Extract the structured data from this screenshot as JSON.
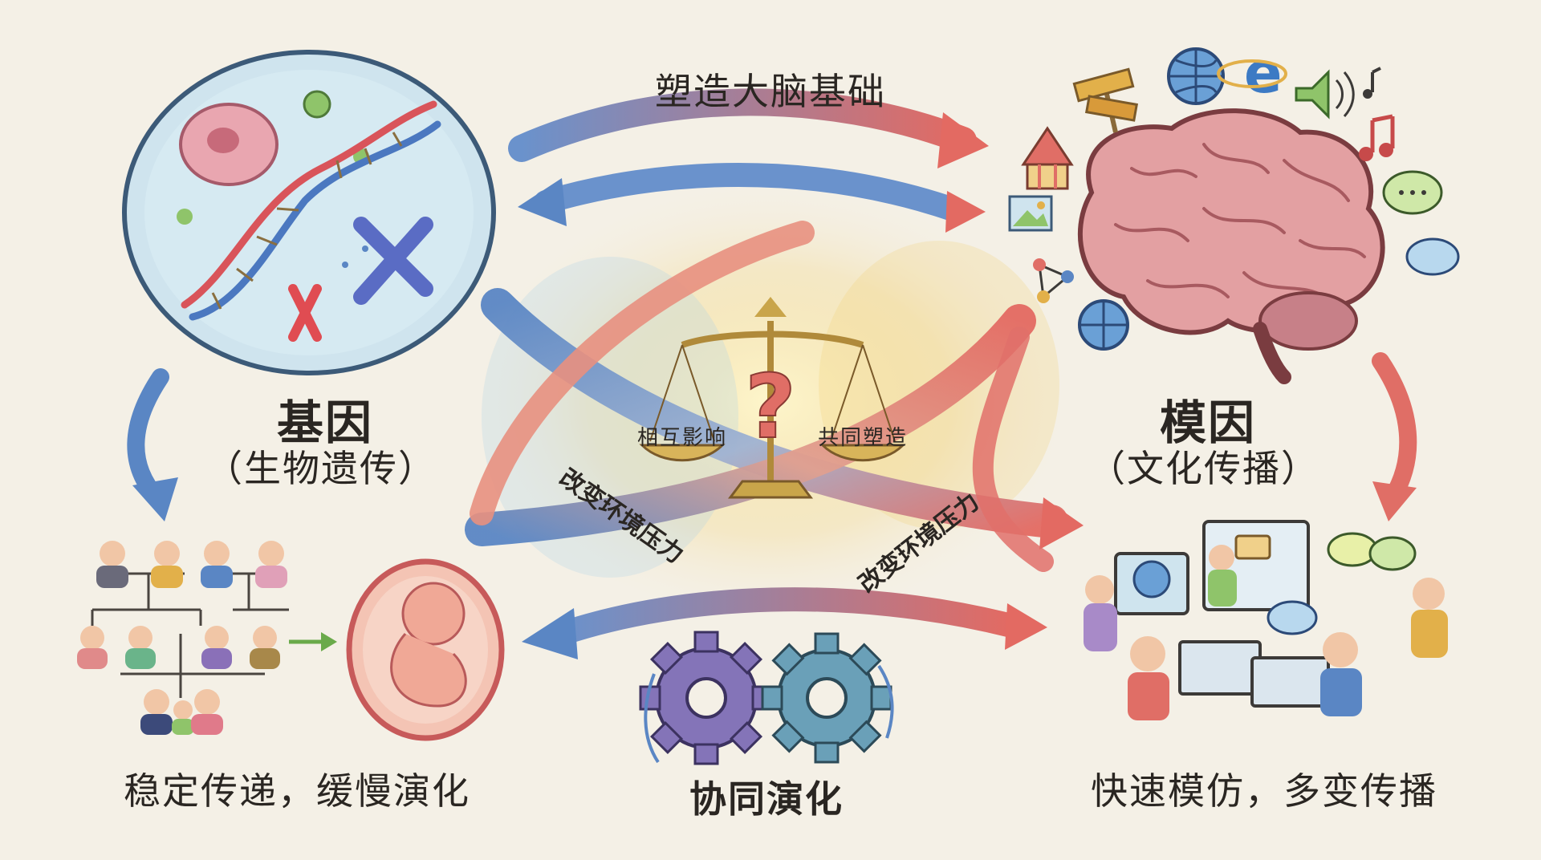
{
  "title_top": "塑造大脑基础",
  "left": {
    "title": "基因",
    "subtitle": "（生物遗传）",
    "caption": "稳定传递，缓慢演化"
  },
  "right": {
    "title": "模因",
    "subtitle": "（文化传播）",
    "caption": "快速模仿，多变传播"
  },
  "center": {
    "scale_left": "相互影响",
    "scale_right": "共同塑造",
    "scale_mark": "?",
    "bottom_caption": "协同演化"
  },
  "pressure_left": "改变环境压力",
  "pressure_right": "改变环境压力",
  "icons": [
    "cell-icon",
    "dna-icon",
    "chromosome-icon",
    "family-tree-icon",
    "fetus-icon",
    "brain-icon",
    "globe-icon",
    "browser-icon",
    "speaker-icon",
    "music-note-icon",
    "signpost-icon",
    "circus-tent-icon",
    "image-icon",
    "network-icon",
    "chat-bubble-icon",
    "people-laptops-icon",
    "gears-icon",
    "balance-scale-icon"
  ],
  "colors": {
    "blue_arrow": "#5a86c4",
    "red_arrow": "#e06e66",
    "brain": "#d98a8e",
    "gear_purple": "#8474b8",
    "gear_teal": "#6aa0b8",
    "scale_gold": "#c9a54a",
    "question": "#e06e66"
  }
}
